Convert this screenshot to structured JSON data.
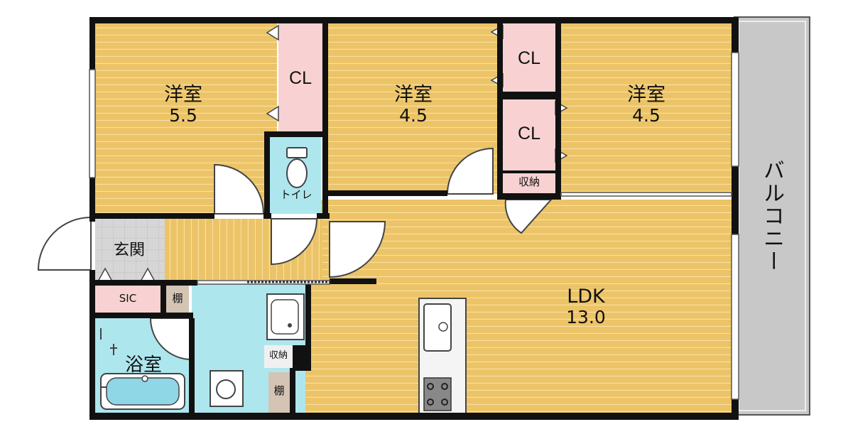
{
  "rooms": {
    "western_a": {
      "name": "洋室",
      "area": "5.5"
    },
    "western_b": {
      "name": "洋室",
      "area": "4.5"
    },
    "western_c": {
      "name": "洋室",
      "area": "4.5"
    },
    "ldk": {
      "name": "LDK",
      "area": "13.0"
    },
    "bath": {
      "name": "浴室"
    },
    "entrance": {
      "name": "玄関"
    },
    "toilet": {
      "name": "トイレ"
    },
    "balcony": {
      "name": "バルコニー"
    }
  },
  "storage": {
    "closet_a": "CL",
    "closet_b": "CL",
    "closet_c": "CL",
    "shuno_a": "収納",
    "shuno_b": "収納",
    "sic": "SIC",
    "tana_a": "棚",
    "tana_b": "棚"
  },
  "colors": {
    "wood_floor": "#ecc467",
    "closet": "#f8d2d2",
    "wet_area": "#aee6ee",
    "entrance_tile": "#d6d6d6",
    "wall": "#111111",
    "balcony": "#c8c8c8",
    "shelf": "#d3c4b4"
  }
}
